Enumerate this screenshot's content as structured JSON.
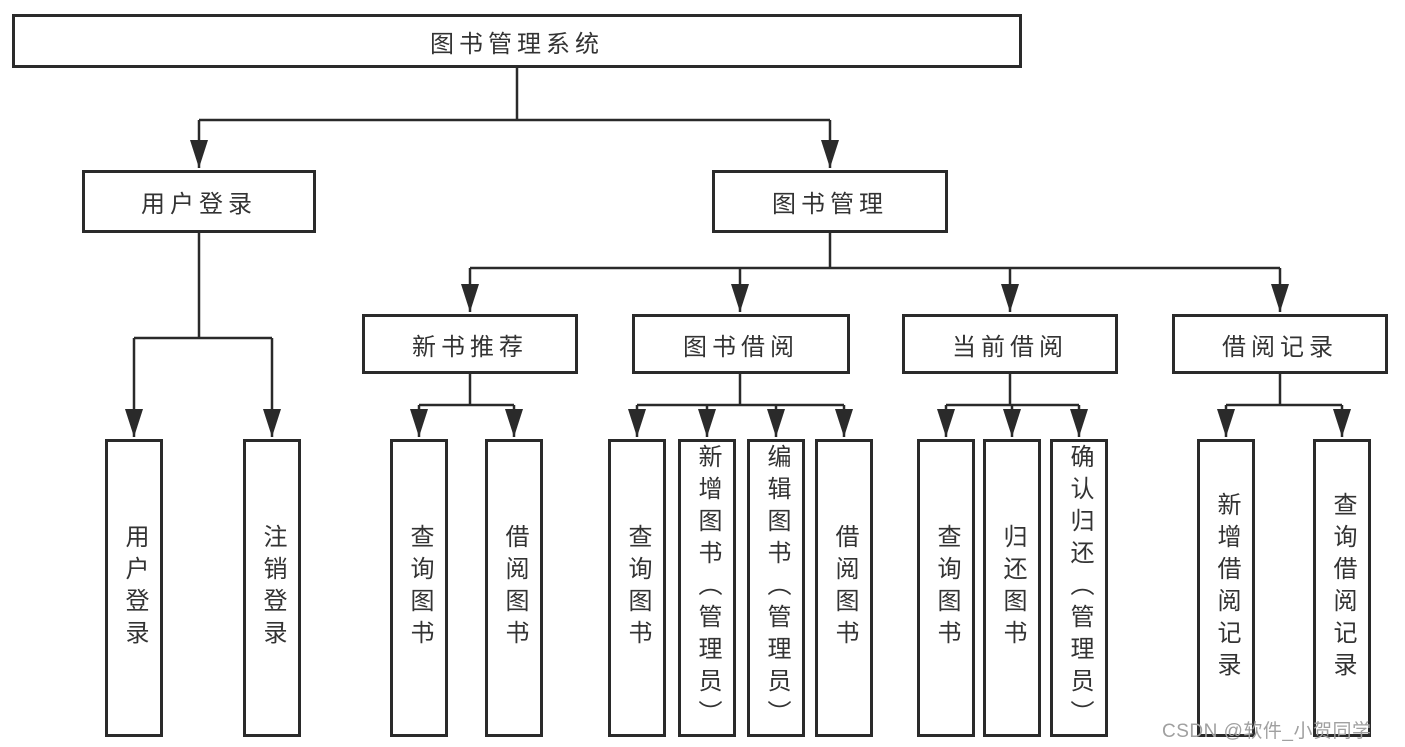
{
  "diagram": {
    "root": "图书管理系统",
    "branches": [
      {
        "label": "用户登录",
        "children": [
          "用户登录",
          "注销登录"
        ]
      },
      {
        "label": "图书管理",
        "sections": [
          {
            "label": "新书推荐",
            "children": [
              "查询图书",
              "借阅图书"
            ]
          },
          {
            "label": "图书借阅",
            "children": [
              "查询图书",
              "新增图书（管理员）",
              "编辑图书（管理员）",
              "借阅图书"
            ]
          },
          {
            "label": "当前借阅",
            "children": [
              "查询图书",
              "归还图书",
              "确认归还（管理员）"
            ]
          },
          {
            "label": "借阅记录",
            "children": [
              "新增借阅记录",
              "查询借阅记录"
            ]
          }
        ]
      }
    ]
  },
  "watermark": {
    "text": "CSDN @软件_小贺同学"
  },
  "colors": {
    "line": "#2a2a2a",
    "box_border": "#2a2a2a",
    "text": "#333333",
    "watermark": "#a0a0a0",
    "background": "#ffffff"
  }
}
